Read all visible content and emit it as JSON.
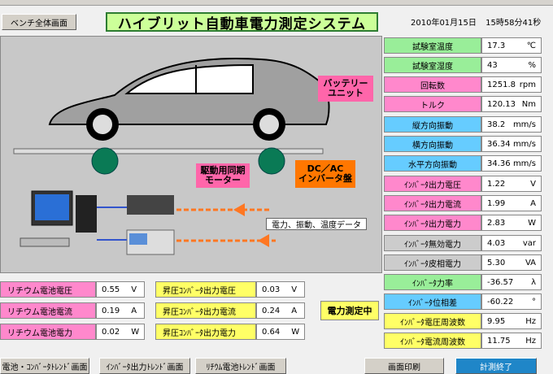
{
  "header": {
    "bench_button": "ベンチ全体画面",
    "title": "ハイブリット自動車電力測定システム",
    "date": "2010年01月15日",
    "time": "15時58分41秒"
  },
  "diagram": {
    "battery_label": "バッテリー\nユニット",
    "motor_label": "駆動用同期\nモーター",
    "inverter_label": "DC／AC\nインバータ盤",
    "data_label": "電力、振動、温度データ"
  },
  "right_panel": [
    {
      "label": "試験室温度",
      "value": "17.3",
      "unit": "℃",
      "color": "#99ee99"
    },
    {
      "label": "試験室湿度",
      "value": "43",
      "unit": "%",
      "color": "#99ee99"
    },
    {
      "label": "回転数",
      "value": "1251.8",
      "unit": "rpm",
      "color": "#ff88cc"
    },
    {
      "label": "トルク",
      "value": "120.13",
      "unit": "Nm",
      "color": "#ff88cc"
    },
    {
      "label": "縦方向振動",
      "value": "38.2",
      "unit": "mm/s",
      "color": "#66ccff"
    },
    {
      "label": "横方向振動",
      "value": "36.34",
      "unit": "mm/s",
      "color": "#66ccff"
    },
    {
      "label": "水平方向振動",
      "value": "34.36",
      "unit": "mm/s",
      "color": "#66ccff"
    },
    {
      "label": "ｲﾝﾊﾞｰﾀ出力電圧",
      "value": "1.22",
      "unit": "V",
      "color": "#ff88cc"
    },
    {
      "label": "ｲﾝﾊﾞｰﾀ出力電流",
      "value": "1.99",
      "unit": "A",
      "color": "#ff88cc"
    },
    {
      "label": "ｲﾝﾊﾞｰﾀ出力電力",
      "value": "2.83",
      "unit": "W",
      "color": "#ff88cc"
    },
    {
      "label": "ｲﾝﾊﾞｰﾀ無効電力",
      "value": "4.03",
      "unit": "var",
      "color": "#cccccc"
    },
    {
      "label": "ｲﾝﾊﾞｰﾀ皮相電力",
      "value": "5.30",
      "unit": "VA",
      "color": "#cccccc"
    },
    {
      "label": "ｲﾝﾊﾞｰﾀ力率",
      "value": "-36.57",
      "unit": "λ",
      "color": "#99ee99"
    },
    {
      "label": "ｲﾝﾊﾞｰﾀ位相差",
      "value": "-60.22",
      "unit": "°",
      "color": "#66ccff"
    },
    {
      "label": "ｲﾝﾊﾞｰﾀ電圧周波数",
      "value": "9.95",
      "unit": "Hz",
      "color": "#ffff66"
    },
    {
      "label": "ｲﾝﾊﾞｰﾀ電流周波数",
      "value": "11.75",
      "unit": "Hz",
      "color": "#ffff66"
    }
  ],
  "battery_panel": [
    {
      "label": "リチウム電池電圧",
      "value": "0.55",
      "unit": "V"
    },
    {
      "label": "リチウム電池電流",
      "value": "0.19",
      "unit": "A"
    },
    {
      "label": "リチウム電池電力",
      "value": "0.02",
      "unit": "W"
    }
  ],
  "booster_panel": [
    {
      "label": "昇圧ｺﾝﾊﾞｰﾀ出力電圧",
      "value": "0.03",
      "unit": "V"
    },
    {
      "label": "昇圧ｺﾝﾊﾞｰﾀ出力電流",
      "value": "0.24",
      "unit": "A"
    },
    {
      "label": "昇圧ｺﾝﾊﾞｰﾀ出力電力",
      "value": "0.64",
      "unit": "W"
    }
  ],
  "status": "電力測定中",
  "footer": {
    "trend1": "電池・ｺﾝﾊﾞｰﾀﾄﾚﾝﾄﾞ画面",
    "trend2": "ｲﾝﾊﾞｰﾀ出力ﾄﾚﾝﾄﾞ画面",
    "trend3": "ﾘﾁｳﾑ電池ﾄﾚﾝﾄﾞ画面",
    "print": "画面印刷",
    "stop": "計測終了"
  }
}
